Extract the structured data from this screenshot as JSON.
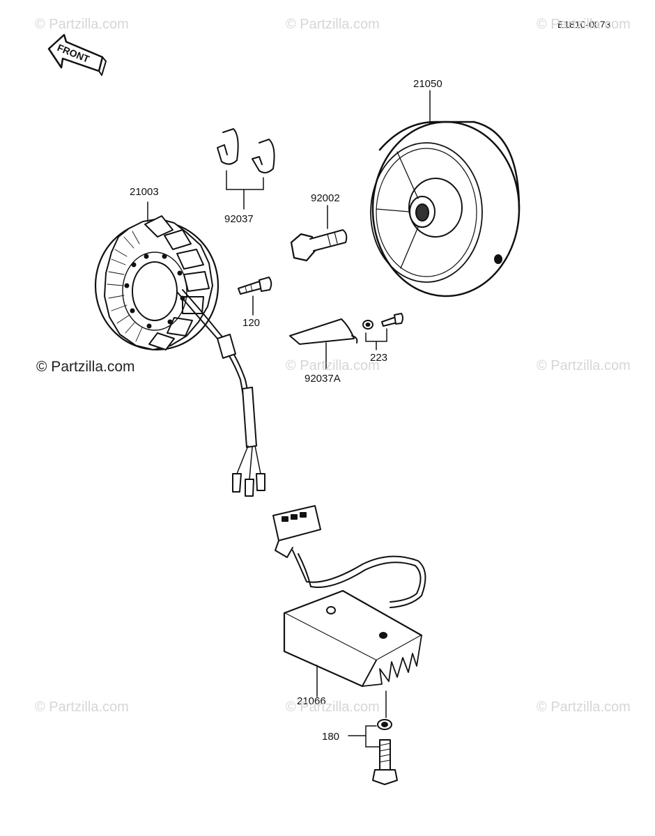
{
  "diagram": {
    "ref_code": "E1810-0073",
    "front_label": "FRONT",
    "watermark": "© Partzilla.com",
    "watermark_main": "© Partzilla.com",
    "parts": {
      "flywheel": "21050",
      "stator": "21003",
      "clips": "92037",
      "bolt_flange": "92002",
      "screw_small": "120",
      "washer_screw": "223",
      "clamp": "92037A",
      "regulator": "21066",
      "bolt_washer": "180"
    }
  }
}
